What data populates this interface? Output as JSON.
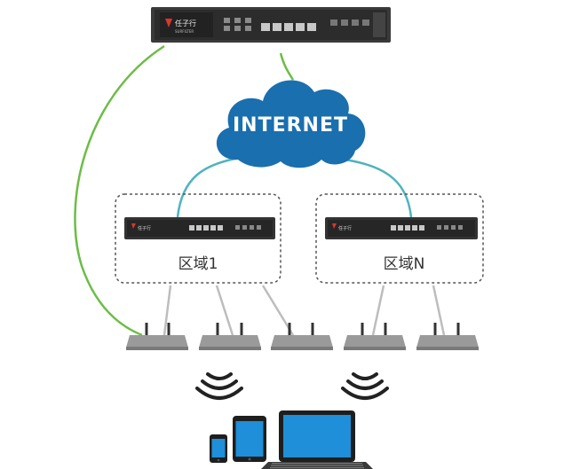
{
  "cloud": {
    "label": "Internet"
  },
  "main_device": {
    "brand": "任子行",
    "brand_sub": "SURFILTER"
  },
  "zones": [
    {
      "label": "区域1",
      "device_brand": "任子行"
    },
    {
      "label": "区域N",
      "device_brand": "任子行"
    }
  ],
  "colors": {
    "wired_link": "#6cbd45",
    "internet_link": "#4fb3bf",
    "ap_link": "#bdbdbd",
    "cloud": "#1a6fae",
    "device_body": "#2b2b2b",
    "ap_body": "#9a9a9a",
    "zone_border": "#555555",
    "wireless_waves": "#222222"
  },
  "icons": [
    "router-icon",
    "cloud-icon",
    "access-point-icon",
    "wireless-signal-icon",
    "phone-icon",
    "tablet-icon",
    "laptop-icon"
  ]
}
